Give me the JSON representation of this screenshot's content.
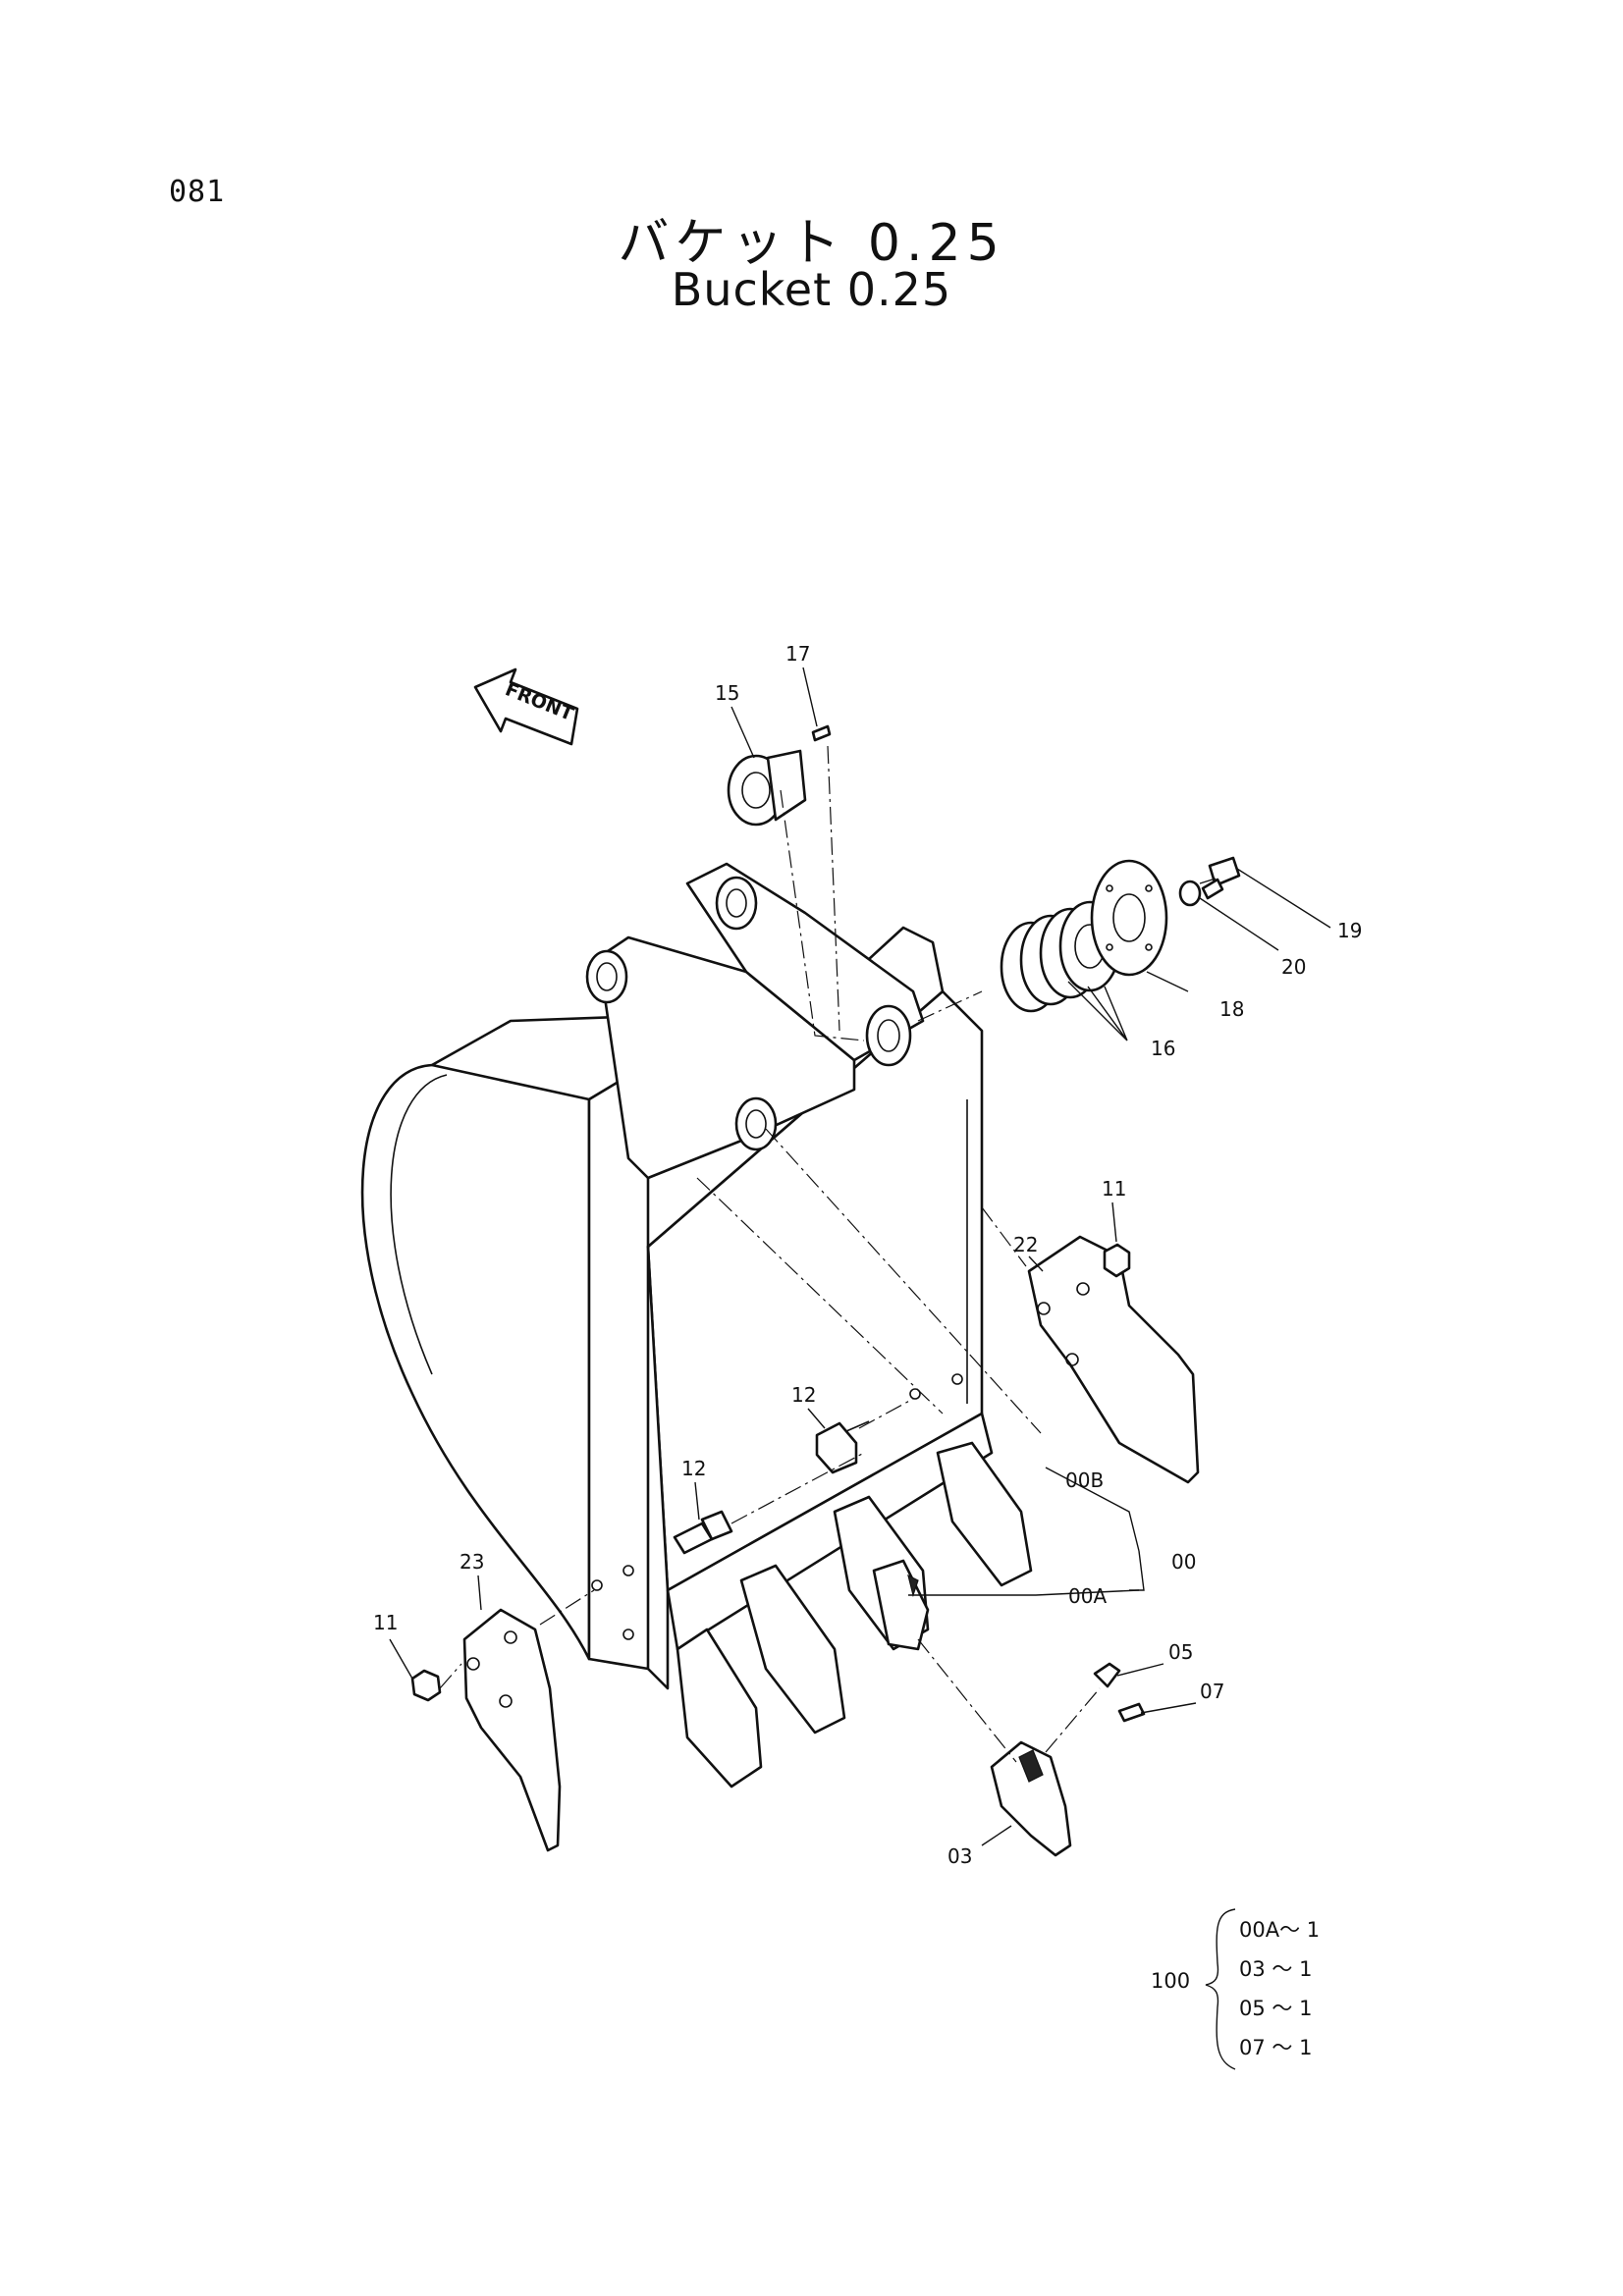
{
  "page": {
    "number": "081",
    "title_ja": "バケット 0.25",
    "title_en": "Bucket 0.25"
  },
  "diagram": {
    "front_label": "FRONT",
    "callouts": {
      "c17": "17",
      "c15": "15",
      "c19": "19",
      "c20": "20",
      "c18": "18",
      "c16": "16",
      "c11a": "11",
      "c22": "22",
      "c12a": "12",
      "c12b": "12",
      "c00b": "00B",
      "c00": "00",
      "c00a": "00A",
      "c23": "23",
      "c11b": "11",
      "c05": "05",
      "c07": "07",
      "c03": "03"
    }
  },
  "kit": {
    "label": "100",
    "lines": [
      "00A～ 1",
      "03 ～ 1",
      "05 ～ 1",
      "07 ～ 1"
    ]
  }
}
